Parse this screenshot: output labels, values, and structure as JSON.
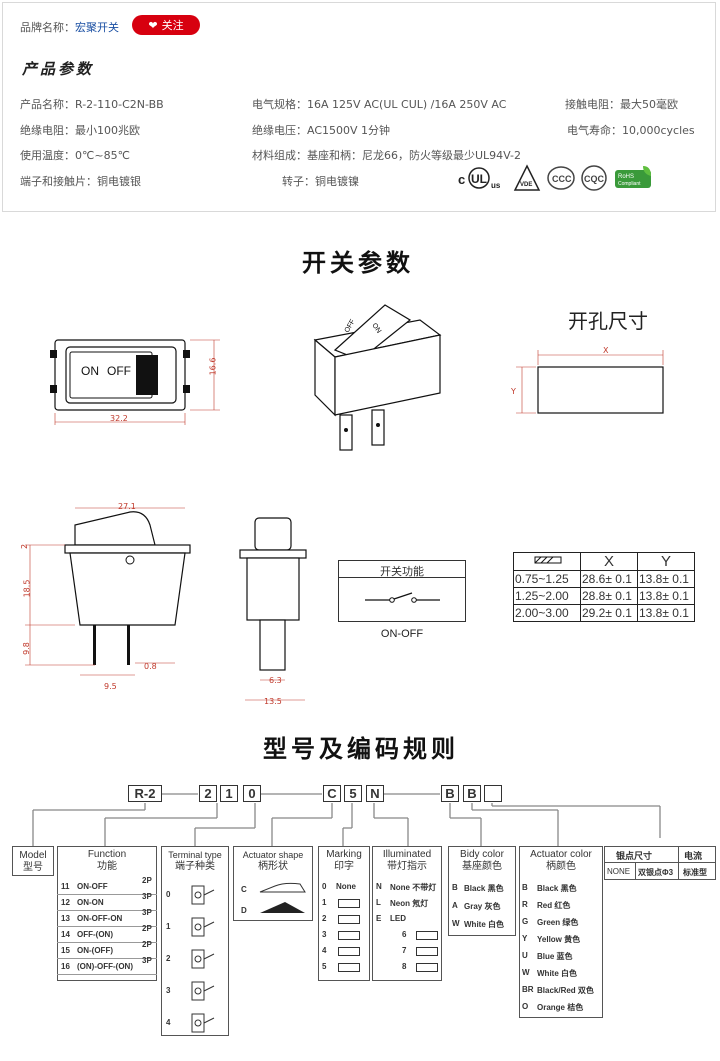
{
  "header": {
    "brand_label": "品牌名称：",
    "brand_name": "宏聚开关",
    "follow_label": "关注",
    "section_title": "产品参数"
  },
  "params": {
    "model": "产品名称：R-2-110-C2N-BB",
    "electrical": "电气规格：16A  125V  AC(UL CUL) /16A 250V  AC",
    "contact_resistance": "接触电阻：最大50毫欧",
    "insulation_resistance": "绝缘电阻：最小100兆欧",
    "insulation_voltage": "绝缘电压：AC1500V 1分钟",
    "electrical_life": "电气寿命：10,000cycles",
    "temperature": "使用温度：0℃~85℃",
    "material": "材料组成：基座和柄：尼龙66，防火等级最少UL94V-2",
    "terminals": "端子和接触片：铜电镀银",
    "rotor": "转子：铜电镀镍"
  },
  "certs": [
    "cULus",
    "VDE",
    "CCC",
    "CQC",
    "RoHS Compliant"
  ],
  "switch_params": {
    "title": "开关参数",
    "hole_title": "开孔尺寸",
    "on_label": "ON",
    "off_label": "OFF",
    "dim_32_2": "32.2",
    "dim_16_6": "16.6",
    "dim_x": "X",
    "dim_y": "Y",
    "dim_27_1": "27.1",
    "dim_2": "2",
    "dim_18_5": "18.5",
    "dim_9_8": "9.8",
    "dim_0_8": "0.8",
    "dim_9_5": "9.5",
    "dim_6_3": "6.3",
    "dim_13_5": "13.5",
    "function_box_title": "开关功能",
    "function_label": "ON-OFF",
    "hole_table": {
      "headers": [
        "X",
        "Y"
      ],
      "rows": [
        [
          "0.75~1.25",
          "28.6± 0.1",
          "13.8± 0.1"
        ],
        [
          "1.25~2.00",
          "28.8± 0.1",
          "13.8± 0.1"
        ],
        [
          "2.00~3.00",
          "29.2± 0.1",
          "13.8± 0.1"
        ]
      ]
    }
  },
  "coding": {
    "title": "型号及编码规则",
    "code_chars": [
      "R-2",
      "2",
      "1",
      "0",
      "C",
      "5",
      "N",
      "B",
      "B",
      ""
    ],
    "model_hdr": [
      "Model",
      "型号"
    ],
    "function_hdr": [
      "Function",
      "功能"
    ],
    "functions": [
      [
        "11",
        "ON-OFF",
        "2P"
      ],
      [
        "12",
        "ON-ON",
        "3P"
      ],
      [
        "13",
        "ON-OFF-ON",
        "3P"
      ],
      [
        "14",
        "OFF-(ON)",
        "2P"
      ],
      [
        "15",
        "ON-(OFF)",
        "2P"
      ],
      [
        "16",
        "(ON)-OFF-(ON)",
        "3P"
      ]
    ],
    "terminal_hdr": [
      "Terminal type",
      "端子种类"
    ],
    "terminals": [
      "0",
      "1",
      "2",
      "3",
      "4"
    ],
    "actuator_hdr": [
      "Actuator shape",
      "柄形状"
    ],
    "actuators": [
      "C",
      "D"
    ],
    "marking_hdr": [
      "Marking",
      "印字"
    ],
    "markings": [
      [
        "0",
        "None"
      ],
      [
        "1",
        ""
      ],
      [
        "2",
        ""
      ],
      [
        "3",
        ""
      ],
      [
        "4",
        ""
      ],
      [
        "5",
        ""
      ]
    ],
    "illum_hdr": [
      "Illuminated",
      "带灯指示"
    ],
    "illum": [
      [
        "N",
        "None 不带灯"
      ],
      [
        "L",
        "Neon 氖灯"
      ],
      [
        "E",
        "LED"
      ],
      [
        "6",
        ""
      ],
      [
        "7",
        ""
      ],
      [
        "8",
        ""
      ]
    ],
    "body_hdr": [
      "Bidy color",
      "基座颜色"
    ],
    "body": [
      [
        "B",
        "Black 黑色"
      ],
      [
        "A",
        "Gray 灰色"
      ],
      [
        "W",
        "White 白色"
      ]
    ],
    "act_color_hdr": [
      "Actuator color",
      "柄颜色"
    ],
    "act_colors": [
      [
        "B",
        "Black 黑色"
      ],
      [
        "R",
        "Red 红色"
      ],
      [
        "G",
        "Green 绿色"
      ],
      [
        "Y",
        "Yellow 黄色"
      ],
      [
        "U",
        "Blue 蓝色"
      ],
      [
        "W",
        "White 白色"
      ],
      [
        "BR",
        "Black/Red 双色"
      ],
      [
        "O",
        "Orange 桔色"
      ]
    ],
    "silver_hdr": "银点尺寸",
    "current_hdr": "电流",
    "silver": [
      "NONE",
      "双银点Φ3",
      "标准型"
    ]
  }
}
